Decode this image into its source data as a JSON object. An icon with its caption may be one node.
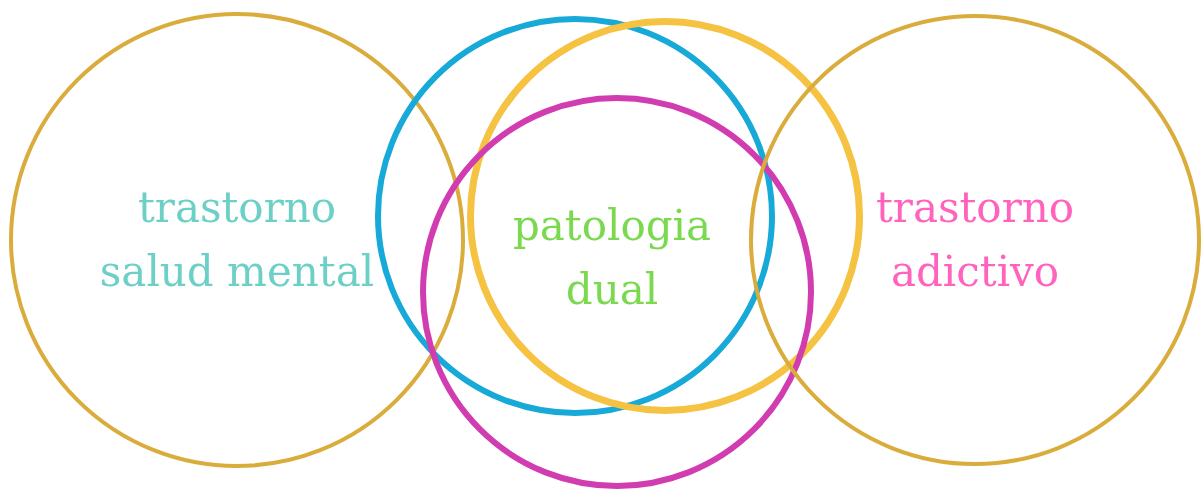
{
  "diagram": {
    "nodes": [
      {
        "text": [
          "trastorno salud mental"
        ]
      },
      {
        "text": [],
        "shape": "circle"
      },
      {
        "text": [],
        "shape": "circle"
      },
      {
        "text": [],
        "shape": "circle"
      },
      {
        "text": [
          "trastorno adictivo"
        ]
      }
    ],
    "labels": [
      "patologia dual"
    ]
  }
}
